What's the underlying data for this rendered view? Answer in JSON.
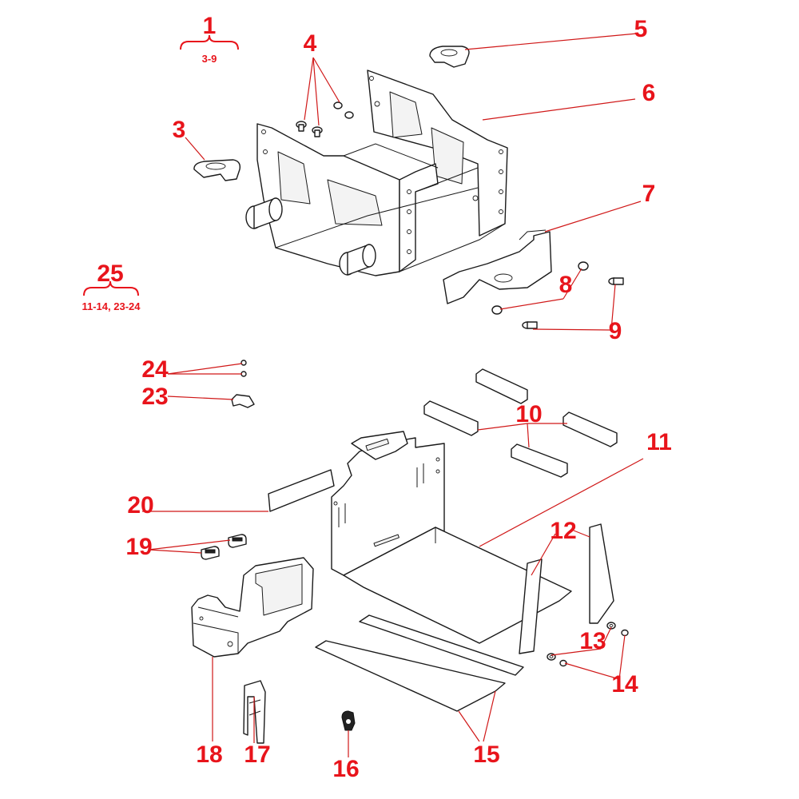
{
  "diagram": {
    "accent_color": "#e8141b",
    "callouts": [
      {
        "id": "1",
        "label": "1",
        "sub": "3-9"
      },
      {
        "id": "3",
        "label": "3"
      },
      {
        "id": "4",
        "label": "4"
      },
      {
        "id": "5",
        "label": "5"
      },
      {
        "id": "6",
        "label": "6"
      },
      {
        "id": "7",
        "label": "7"
      },
      {
        "id": "8",
        "label": "8"
      },
      {
        "id": "9",
        "label": "9"
      },
      {
        "id": "10",
        "label": "10"
      },
      {
        "id": "11",
        "label": "11"
      },
      {
        "id": "12",
        "label": "12"
      },
      {
        "id": "13",
        "label": "13"
      },
      {
        "id": "14",
        "label": "14"
      },
      {
        "id": "15",
        "label": "15"
      },
      {
        "id": "16",
        "label": "16"
      },
      {
        "id": "17",
        "label": "17"
      },
      {
        "id": "18",
        "label": "18"
      },
      {
        "id": "19",
        "label": "19"
      },
      {
        "id": "20",
        "label": "20"
      },
      {
        "id": "23",
        "label": "23"
      },
      {
        "id": "24",
        "label": "24"
      },
      {
        "id": "25",
        "label": "25",
        "sub": "11-14, 23-24"
      }
    ]
  }
}
